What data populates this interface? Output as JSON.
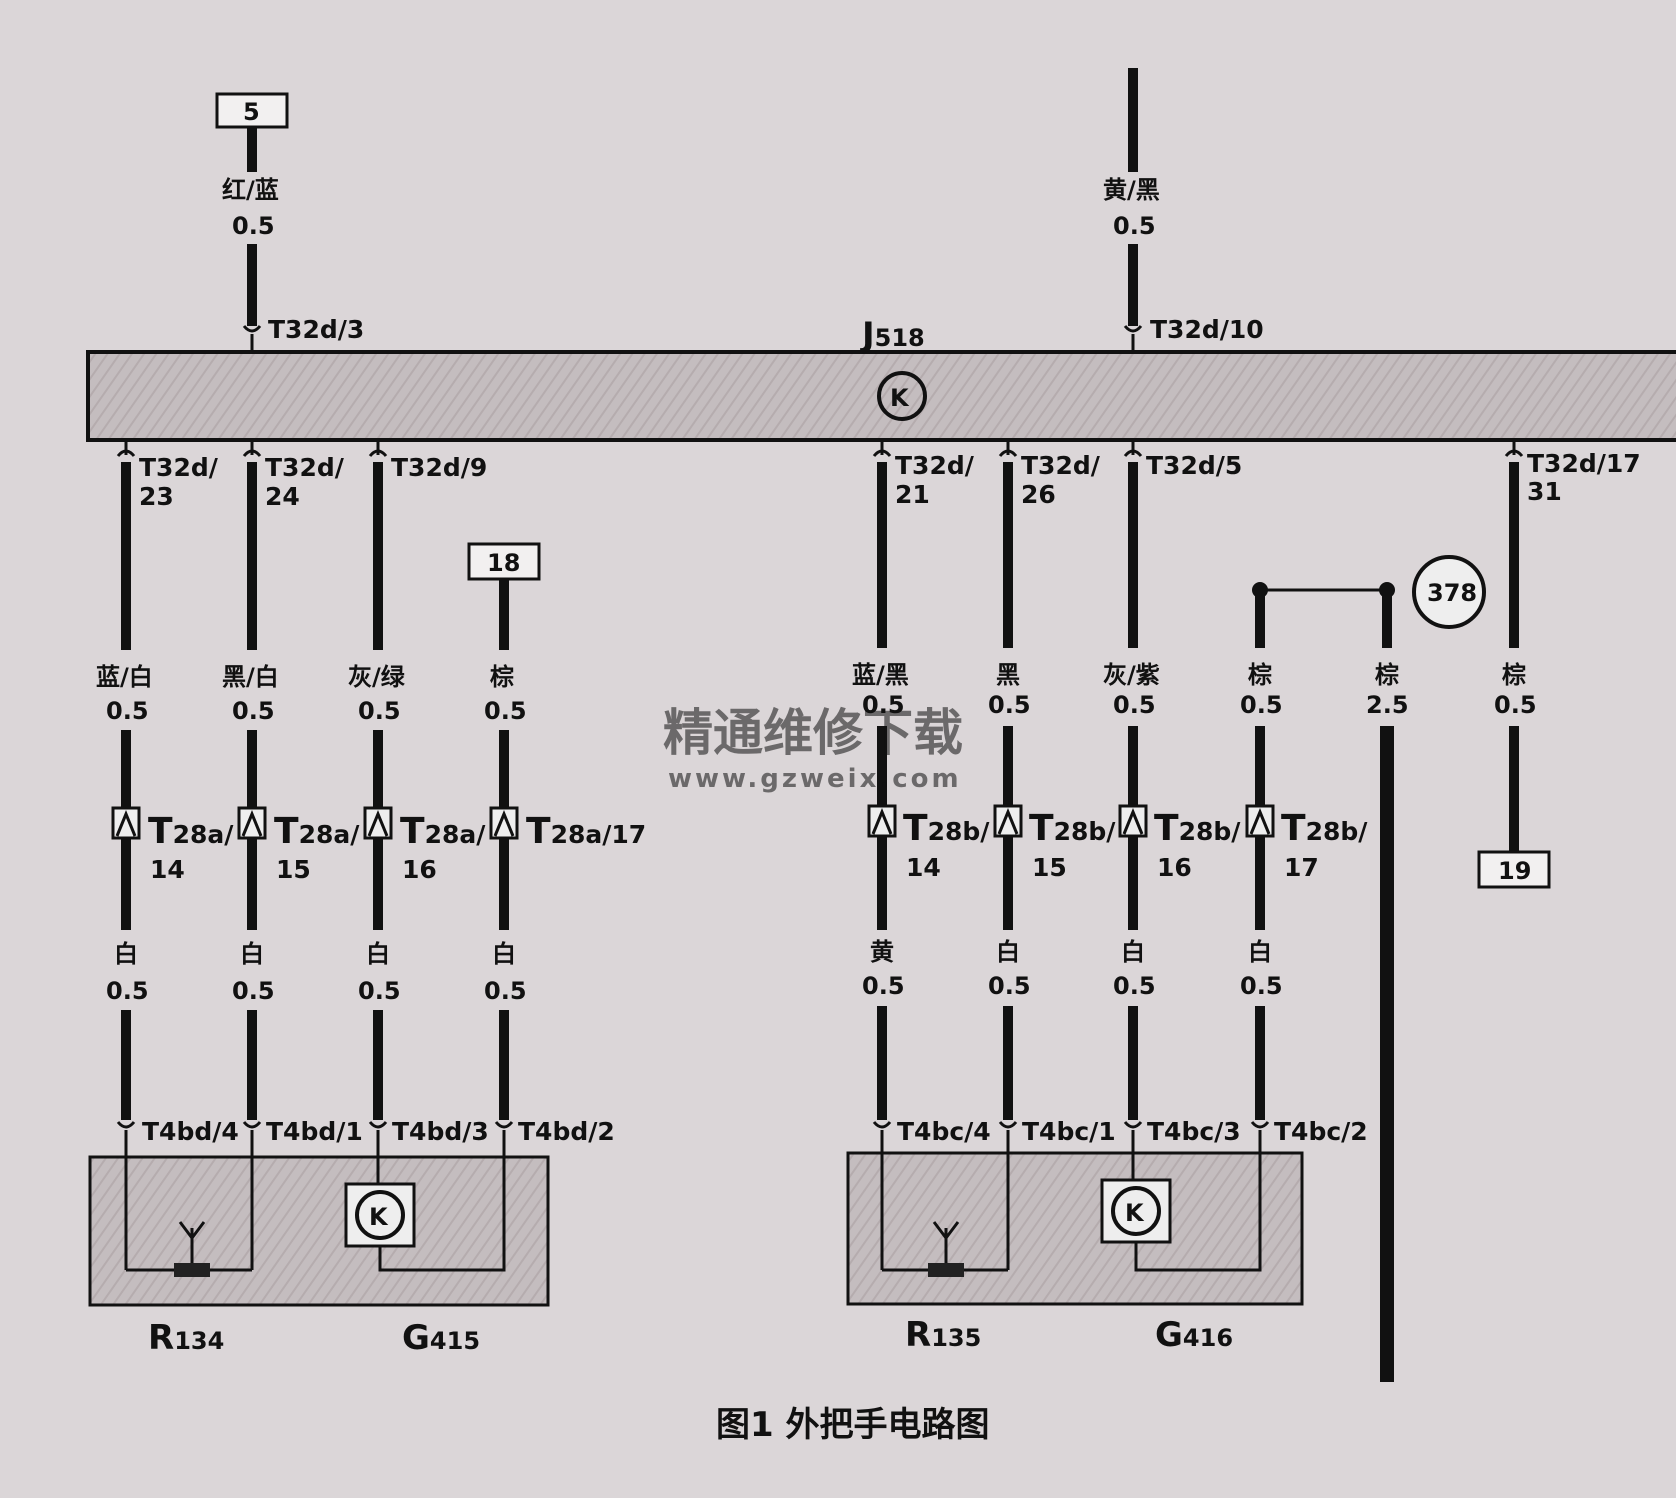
{
  "module": {
    "name": "J",
    "sub": "518",
    "symbol": "K",
    "top_pins": [
      "T32d/3",
      "T32d/10"
    ],
    "bottom_pins": [
      {
        "line1": "T32d/",
        "line2": "23"
      },
      {
        "line1": "T32d/",
        "line2": "24"
      },
      {
        "line1": "T32d/9",
        "line2": ""
      },
      {
        "line1": "T32d/",
        "line2": "21"
      },
      {
        "line1": "T32d/",
        "line2": "26"
      },
      {
        "line1": "T32d/5",
        "line2": ""
      },
      {
        "line1": "T32d/17",
        "line2": "31"
      }
    ]
  },
  "top_wires": [
    {
      "color": "红/蓝",
      "size": "0.5",
      "ref_box": "5"
    },
    {
      "color": "黄/黑",
      "size": "0.5"
    }
  ],
  "left_wires": [
    {
      "color_top": "蓝/白",
      "size_top": "0.5",
      "connector_main": "T",
      "connector_sub": "28a/",
      "connector_num": "14",
      "color_bottom": "白",
      "size_bottom": "0.5",
      "end_pin": "T4bd/4"
    },
    {
      "color_top": "黑/白",
      "size_top": "0.5",
      "connector_main": "T",
      "connector_sub": "28a/",
      "connector_num": "15",
      "color_bottom": "白",
      "size_bottom": "0.5",
      "end_pin": "T4bd/1"
    },
    {
      "color_top": "灰/绿",
      "size_top": "0.5",
      "connector_main": "T",
      "connector_sub": "28a/",
      "connector_num": "16",
      "color_bottom": "白",
      "size_bottom": "0.5",
      "end_pin": "T4bd/3"
    },
    {
      "color_top": "棕",
      "size_top": "0.5",
      "connector_main": "T",
      "connector_sub": "28a/17",
      "connector_num": "",
      "color_bottom": "白",
      "size_bottom": "0.5",
      "end_pin": "T4bd/2"
    }
  ],
  "left_ref_box": "18",
  "right_wires": [
    {
      "color_top": "蓝/黑",
      "size_top": "0.5",
      "connector_main": "T",
      "connector_sub": "28b/",
      "connector_num": "14",
      "color_bottom": "黄",
      "size_bottom": "0.5",
      "end_pin": "T4bc/4"
    },
    {
      "color_top": "黑",
      "size_top": "0.5",
      "connector_main": "T",
      "connector_sub": "28b/",
      "connector_num": "15",
      "color_bottom": "白",
      "size_bottom": "0.5",
      "end_pin": "T4bc/1"
    },
    {
      "color_top": "灰/紫",
      "size_top": "0.5",
      "connector_main": "T",
      "connector_sub": "28b/",
      "connector_num": "16",
      "color_bottom": "白",
      "size_bottom": "0.5",
      "end_pin": "T4bc/3"
    },
    {
      "color_top": "棕",
      "size_top": "0.5",
      "connector_main": "T",
      "connector_sub": "28b/",
      "connector_num": "17",
      "color_bottom": "白",
      "size_bottom": "0.5",
      "end_pin": "T4bc/2"
    }
  ],
  "ground_wire": {
    "color": "棕",
    "size": "2.5",
    "ground_point": "378"
  },
  "pin17_wire": {
    "color": "棕",
    "size": "0.5",
    "ref_box": "19"
  },
  "components": {
    "left_r": {
      "name": "R",
      "sub": "134"
    },
    "left_g": {
      "name": "G",
      "sub": "415"
    },
    "right_r": {
      "name": "R",
      "sub": "135"
    },
    "right_g": {
      "name": "G",
      "sub": "416"
    }
  },
  "caption": "图1 外把手电路图",
  "watermark": {
    "line1": "精通维修下载",
    "line2": "www.gzweix.com"
  }
}
